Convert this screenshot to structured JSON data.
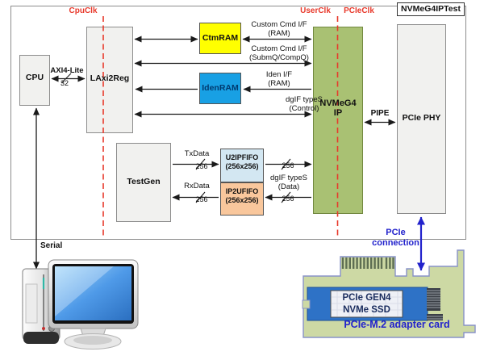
{
  "diagram": {
    "title_box": "NVMeG4IPTest",
    "clocks": {
      "cpu": "CpuClk",
      "user": "UserClk",
      "pcie": "PCIeClk"
    },
    "blocks": {
      "cpu": "CPU",
      "laxi2reg": "LAxi2Reg",
      "ctmram": "CtmRAM",
      "idenram": "IdenRAM",
      "nvmeg4_l1": "NVMeG4",
      "nvmeg4_l2": "IP",
      "pcie_phy": "PCIe PHY",
      "testgen": "TestGen",
      "u2ipfifo_l1": "U2IPFIFO",
      "u2ipfifo_l2": "(256x256)",
      "ip2ufifo_l1": "IP2UFIFO",
      "ip2ufifo_l2": "(256x256)"
    },
    "links": {
      "axi": "AXI4-Lite",
      "axi_width": "32",
      "bus_width": "256",
      "custom_ram_l1": "Custom Cmd I/F",
      "custom_ram_l2": "(RAM)",
      "custom_q_l1": "Custom Cmd I/F",
      "custom_q_l2": "(SubmQ/CompQ)",
      "iden_l1": "Iden I/F",
      "iden_l2": "(RAM)",
      "dgif_ctrl_l1": "dgIF typeS",
      "dgif_ctrl_l2": "(Control)",
      "dgif_data_l1": "dgIF typeS",
      "dgif_data_l2": "(Data)",
      "txdata": "TxData",
      "rxdata": "RxData",
      "pipe": "PIPE",
      "serial": "Serial"
    },
    "bottom": {
      "pcie_conn_l1": "PCIe",
      "pcie_conn_l2": "connection",
      "ssd_l1": "PCIe GEN4",
      "ssd_l2": "NVMe SSD",
      "adapter": "PCIe-M.2 adapter card"
    },
    "colors": {
      "clock_red": "#e8392b",
      "ctmram_yellow": "#ffff00",
      "idenram_blue": "#18a0e4",
      "nvmeg4_green": "#a9c173",
      "u2ipfifo_blue": "#d3e7f2",
      "ip2ufifo_orange": "#f9c79c",
      "pcie_blue": "#2222cc",
      "card_green": "#cdd9a4",
      "ssd_board_blue": "#2e72c6",
      "block_gray": "#f1f1ef"
    }
  }
}
